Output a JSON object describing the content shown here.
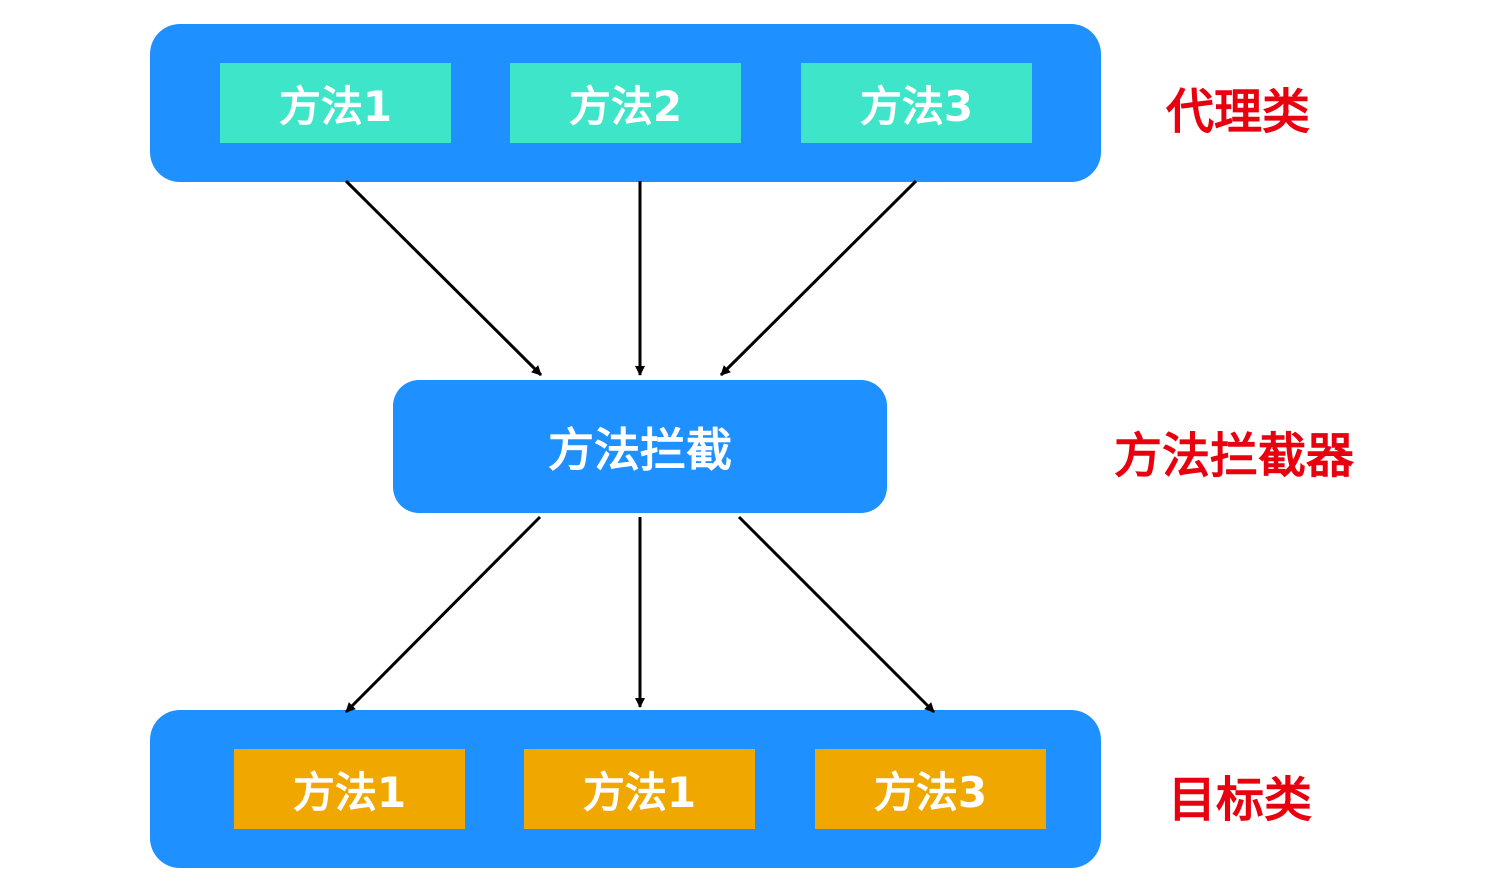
{
  "colors": {
    "container": "#1e90ff",
    "proxy_method": "#3ee5c8",
    "target_method": "#f0a800",
    "label": "#e8000f",
    "arrow": "#000000"
  },
  "proxy_class": {
    "label": "代理类",
    "methods": [
      "方法1",
      "方法2",
      "方法3"
    ]
  },
  "interceptor": {
    "box_label": "方法拦截",
    "label": "方法拦截器"
  },
  "target_class": {
    "label": "目标类",
    "methods": [
      "方法1",
      "方法1",
      "方法3"
    ]
  }
}
